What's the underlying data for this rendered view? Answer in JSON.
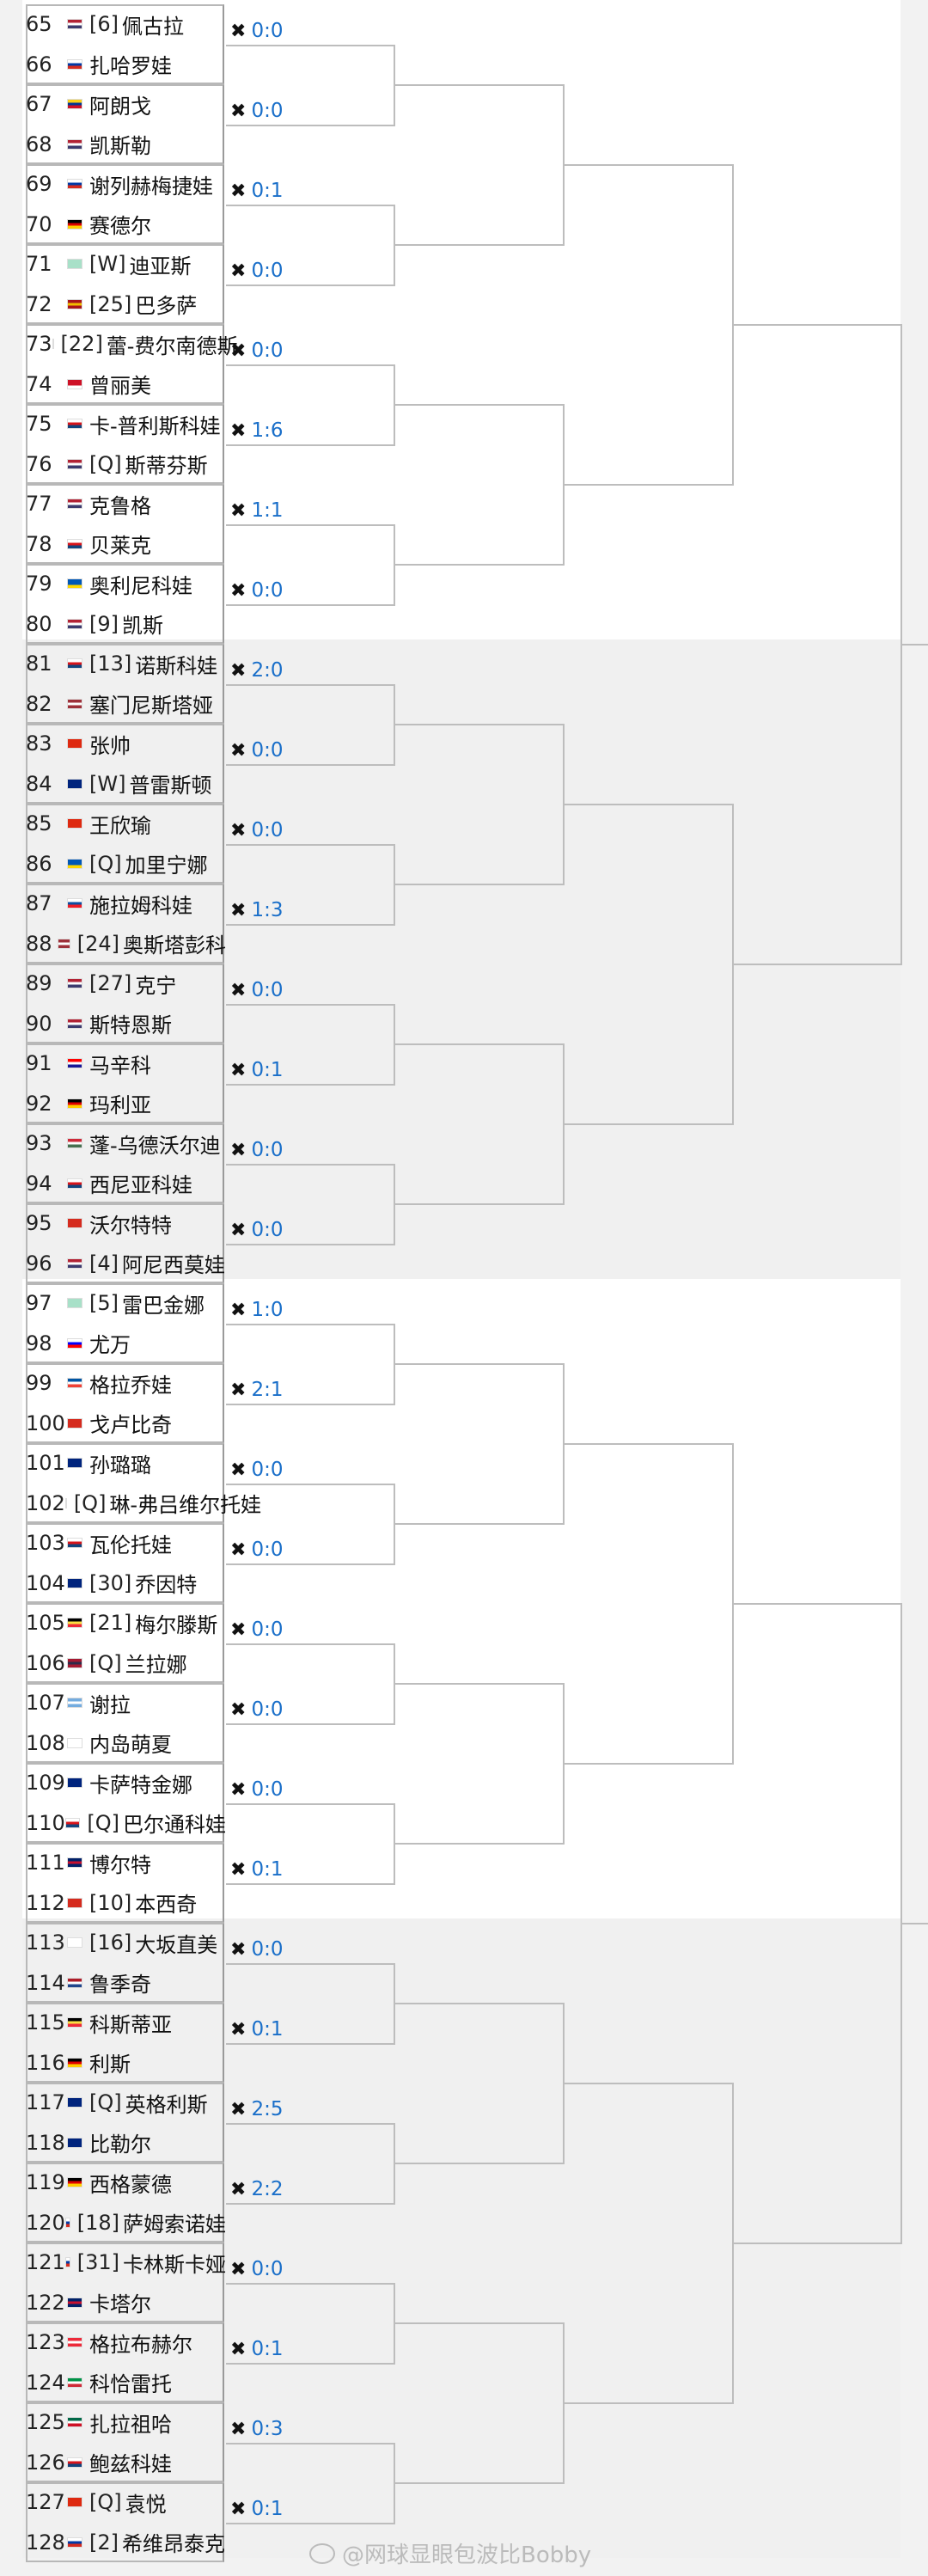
{
  "players": [
    {
      "no": "65",
      "flag": "us",
      "seed": "[6]",
      "name": "佩古拉"
    },
    {
      "no": "66",
      "flag": "ru",
      "seed": "",
      "name": "扎哈罗娃"
    },
    {
      "no": "67",
      "flag": "co",
      "seed": "",
      "name": "阿朗戈"
    },
    {
      "no": "68",
      "flag": "us",
      "seed": "",
      "name": "凯斯勒"
    },
    {
      "no": "69",
      "flag": "ru",
      "seed": "",
      "name": "谢列赫梅捷娃"
    },
    {
      "no": "70",
      "flag": "de",
      "seed": "",
      "name": "赛德尔"
    },
    {
      "no": "71",
      "flag": "neutral",
      "seed": "[W]",
      "name": "迪亚斯"
    },
    {
      "no": "72",
      "flag": "es",
      "seed": "[25]",
      "name": "巴多萨"
    },
    {
      "no": "73",
      "flag": "ca",
      "seed": "[22]",
      "name": "蕾-费尔南德斯"
    },
    {
      "no": "74",
      "flag": "id",
      "seed": "",
      "name": "曾丽美"
    },
    {
      "no": "75",
      "flag": "cz",
      "seed": "",
      "name": "卡-普利斯科娃"
    },
    {
      "no": "76",
      "flag": "us",
      "seed": "[Q]",
      "name": "斯蒂芬斯"
    },
    {
      "no": "77",
      "flag": "us",
      "seed": "",
      "name": "克鲁格"
    },
    {
      "no": "78",
      "flag": "cz",
      "seed": "",
      "name": "贝莱克"
    },
    {
      "no": "79",
      "flag": "ua",
      "seed": "",
      "name": "奥利尼科娃"
    },
    {
      "no": "80",
      "flag": "us",
      "seed": "[9]",
      "name": "凯斯"
    },
    {
      "no": "81",
      "flag": "cz",
      "seed": "[13]",
      "name": "诺斯科娃"
    },
    {
      "no": "82",
      "flag": "lv",
      "seed": "",
      "name": "塞门尼斯塔娅"
    },
    {
      "no": "83",
      "flag": "cn",
      "seed": "",
      "name": "张帅"
    },
    {
      "no": "84",
      "flag": "au",
      "seed": "[W]",
      "name": "普雷斯顿"
    },
    {
      "no": "85",
      "flag": "cn",
      "seed": "",
      "name": "王欣瑜"
    },
    {
      "no": "86",
      "flag": "ua",
      "seed": "[Q]",
      "name": "加里宁娜"
    },
    {
      "no": "87",
      "flag": "sk",
      "seed": "",
      "name": "施拉姆科娃"
    },
    {
      "no": "88",
      "flag": "lv",
      "seed": "[24]",
      "name": "奥斯塔彭科"
    },
    {
      "no": "89",
      "flag": "us",
      "seed": "[27]",
      "name": "克宁"
    },
    {
      "no": "90",
      "flag": "us",
      "seed": "",
      "name": "斯特恩斯"
    },
    {
      "no": "91",
      "flag": "hr",
      "seed": "",
      "name": "马辛科"
    },
    {
      "no": "92",
      "flag": "de",
      "seed": "",
      "name": "玛利亚"
    },
    {
      "no": "93",
      "flag": "hu",
      "seed": "",
      "name": "蓬-乌德沃尔迪"
    },
    {
      "no": "94",
      "flag": "cz",
      "seed": "",
      "name": "西尼亚科娃"
    },
    {
      "no": "95",
      "flag": "ch",
      "seed": "",
      "name": "沃尔特特"
    },
    {
      "no": "96",
      "flag": "us",
      "seed": "[4]",
      "name": "阿尼西莫娃"
    },
    {
      "no": "97",
      "flag": "neutral",
      "seed": "[5]",
      "name": "雷巴金娜"
    },
    {
      "no": "98",
      "flag": "si",
      "seed": "",
      "name": "尤万"
    },
    {
      "no": "99",
      "flag": "fr",
      "seed": "",
      "name": "格拉乔娃"
    },
    {
      "no": "100",
      "flag": "ch",
      "seed": "",
      "name": "戈卢比奇"
    },
    {
      "no": "101",
      "flag": "au",
      "seed": "",
      "name": "孙璐璐"
    },
    {
      "no": "102",
      "flag": "cz",
      "seed": "[Q]",
      "name": "琳-弗吕维尔托娃"
    },
    {
      "no": "103",
      "flag": "cz",
      "seed": "",
      "name": "瓦伦托娃"
    },
    {
      "no": "104",
      "flag": "au",
      "seed": "[30]",
      "name": "乔因特"
    },
    {
      "no": "105",
      "flag": "be",
      "seed": "[21]",
      "name": "梅尔滕斯"
    },
    {
      "no": "106",
      "flag": "th",
      "seed": "[Q]",
      "name": "兰拉娜"
    },
    {
      "no": "107",
      "flag": "ar",
      "seed": "",
      "name": "谢拉"
    },
    {
      "no": "108",
      "flag": "jp",
      "seed": "",
      "name": "内岛萌夏"
    },
    {
      "no": "109",
      "flag": "au",
      "seed": "",
      "name": "卡萨特金娜"
    },
    {
      "no": "110",
      "flag": "cz",
      "seed": "[Q]",
      "name": "巴尔通科娃"
    },
    {
      "no": "111",
      "flag": "gb",
      "seed": "",
      "name": "博尔特"
    },
    {
      "no": "112",
      "flag": "ch",
      "seed": "[10]",
      "name": "本西奇"
    },
    {
      "no": "113",
      "flag": "jp",
      "seed": "[16]",
      "name": "大坂直美"
    },
    {
      "no": "114",
      "flag": "nl",
      "seed": "",
      "name": "鲁季奇"
    },
    {
      "no": "115",
      "flag": "be",
      "seed": "",
      "name": "科斯蒂亚"
    },
    {
      "no": "116",
      "flag": "de",
      "seed": "",
      "name": "利斯"
    },
    {
      "no": "117",
      "flag": "au",
      "seed": "[Q]",
      "name": "英格利斯"
    },
    {
      "no": "118",
      "flag": "au",
      "seed": "",
      "name": "比勒尔"
    },
    {
      "no": "119",
      "flag": "de",
      "seed": "",
      "name": "西格蒙德"
    },
    {
      "no": "120",
      "flag": "ru",
      "seed": "[18]",
      "name": "萨姆索诺娃"
    },
    {
      "no": "121",
      "flag": "ru",
      "seed": "[31]",
      "name": "卡林斯卡娅"
    },
    {
      "no": "122",
      "flag": "gb",
      "seed": "",
      "name": "卡塔尔"
    },
    {
      "no": "123",
      "flag": "at",
      "seed": "",
      "name": "格拉布赫尔"
    },
    {
      "no": "124",
      "flag": "it",
      "seed": "",
      "name": "科恰雷托"
    },
    {
      "no": "125",
      "flag": "mx",
      "seed": "",
      "name": "扎拉祖哈"
    },
    {
      "no": "126",
      "flag": "cz",
      "seed": "",
      "name": "鲍兹科娃"
    },
    {
      "no": "127",
      "flag": "cn",
      "seed": "[Q]",
      "name": "袁悦"
    },
    {
      "no": "128",
      "flag": "ru",
      "seed": "[2]",
      "name": "希维昂泰克"
    }
  ],
  "match_scores": [
    "0:0",
    "0:0",
    "0:1",
    "0:0",
    "0:0",
    "1:6",
    "1:1",
    "0:0",
    "2:0",
    "0:0",
    "0:0",
    "1:3",
    "0:0",
    "0:1",
    "0:0",
    "0:0",
    "1:0",
    "2:1",
    "0:0",
    "0:0",
    "0:0",
    "0:0",
    "0:0",
    "0:1",
    "0:0",
    "0:1",
    "2:5",
    "2:2",
    "0:0",
    "0:1",
    "0:3",
    "0:1"
  ],
  "colors": {
    "score": "#1a6fc9",
    "line": "#bdbdbd",
    "quarter_white": "#ffffff",
    "quarter_gray": "#f0f0f0"
  },
  "flag_colors": {
    "us": [
      "#b22234",
      "#ffffff",
      "#3c3b6e"
    ],
    "ru": [
      "#ffffff",
      "#0039a6",
      "#d52b1e"
    ],
    "co": [
      "#fcd116",
      "#003893",
      "#ce1126"
    ],
    "de": [
      "#000000",
      "#dd0000",
      "#ffce00"
    ],
    "neutral": [
      "#a8e0c8",
      "#a8e0c8",
      "#a8e0c8"
    ],
    "es": [
      "#aa151b",
      "#f1bf00",
      "#aa151b"
    ],
    "ca": [
      "#d52b1e",
      "#ffffff",
      "#d52b1e"
    ],
    "id": [
      "#ce1126",
      "#ce1126",
      "#ffffff"
    ],
    "cz": [
      "#ffffff",
      "#d7141a",
      "#11457e"
    ],
    "ua": [
      "#0057b7",
      "#0057b7",
      "#ffd700"
    ],
    "lv": [
      "#9e3039",
      "#ffffff",
      "#9e3039"
    ],
    "cn": [
      "#de2910",
      "#de2910",
      "#de2910"
    ],
    "au": [
      "#00247d",
      "#00247d",
      "#00247d"
    ],
    "sk": [
      "#ffffff",
      "#0b4ea2",
      "#ee1c25"
    ],
    "hr": [
      "#ff0000",
      "#ffffff",
      "#171796"
    ],
    "hu": [
      "#ce2939",
      "#ffffff",
      "#477050"
    ],
    "ch": [
      "#d52b1e",
      "#d52b1e",
      "#d52b1e"
    ],
    "si": [
      "#ffffff",
      "#0000ff",
      "#ff0000"
    ],
    "fr": [
      "#0055a4",
      "#ffffff",
      "#ef4135"
    ],
    "be": [
      "#000000",
      "#fae042",
      "#ed2939"
    ],
    "th": [
      "#a51931",
      "#2d2a4a",
      "#a51931"
    ],
    "ar": [
      "#74acdf",
      "#ffffff",
      "#74acdf"
    ],
    "jp": [
      "#ffffff",
      "#ffffff",
      "#ffffff"
    ],
    "gb": [
      "#012169",
      "#c8102e",
      "#012169"
    ],
    "nl": [
      "#ae1c28",
      "#ffffff",
      "#21468b"
    ],
    "at": [
      "#ed2939",
      "#ffffff",
      "#ed2939"
    ],
    "it": [
      "#009246",
      "#ffffff",
      "#ce2b37"
    ],
    "mx": [
      "#006847",
      "#ffffff",
      "#ce1126"
    ]
  },
  "watermark": "@网球显眼包波比Bobby"
}
